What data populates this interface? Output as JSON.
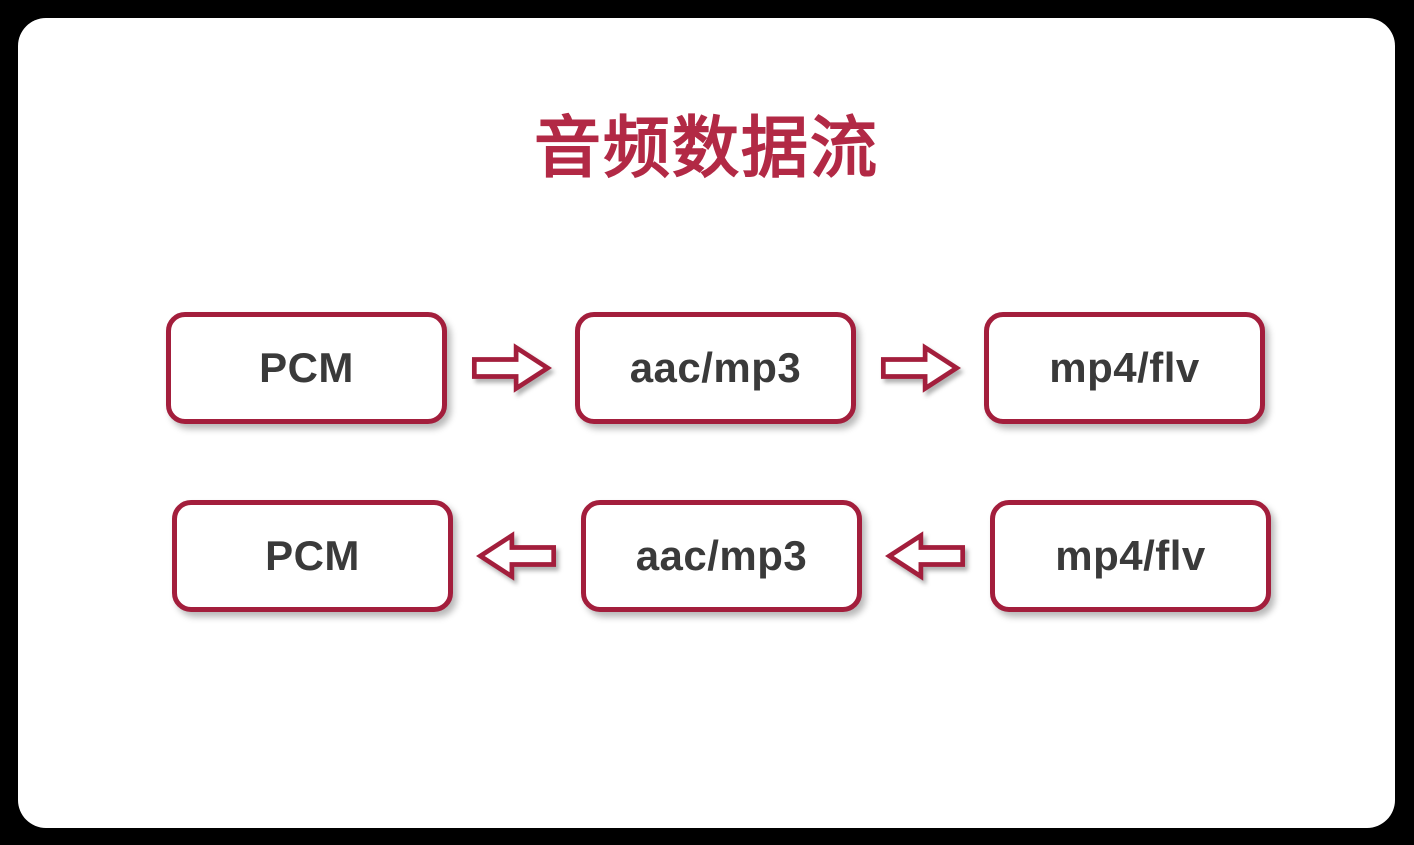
{
  "page": {
    "title": "音频数据流",
    "colors": {
      "background": "#000000",
      "slide": "#ffffff",
      "accent": "#a31e3c",
      "title": "#b22945",
      "node_text": "#3a3a3a"
    }
  },
  "diagram": {
    "rows": [
      {
        "id": "encode-flow",
        "direction": "right",
        "nodes": [
          {
            "label": "PCM"
          },
          {
            "label": "aac/mp3"
          },
          {
            "label": "mp4/flv"
          }
        ]
      },
      {
        "id": "decode-flow",
        "direction": "left",
        "nodes": [
          {
            "label": "PCM"
          },
          {
            "label": "aac/mp3"
          },
          {
            "label": "mp4/flv"
          }
        ]
      }
    ]
  }
}
